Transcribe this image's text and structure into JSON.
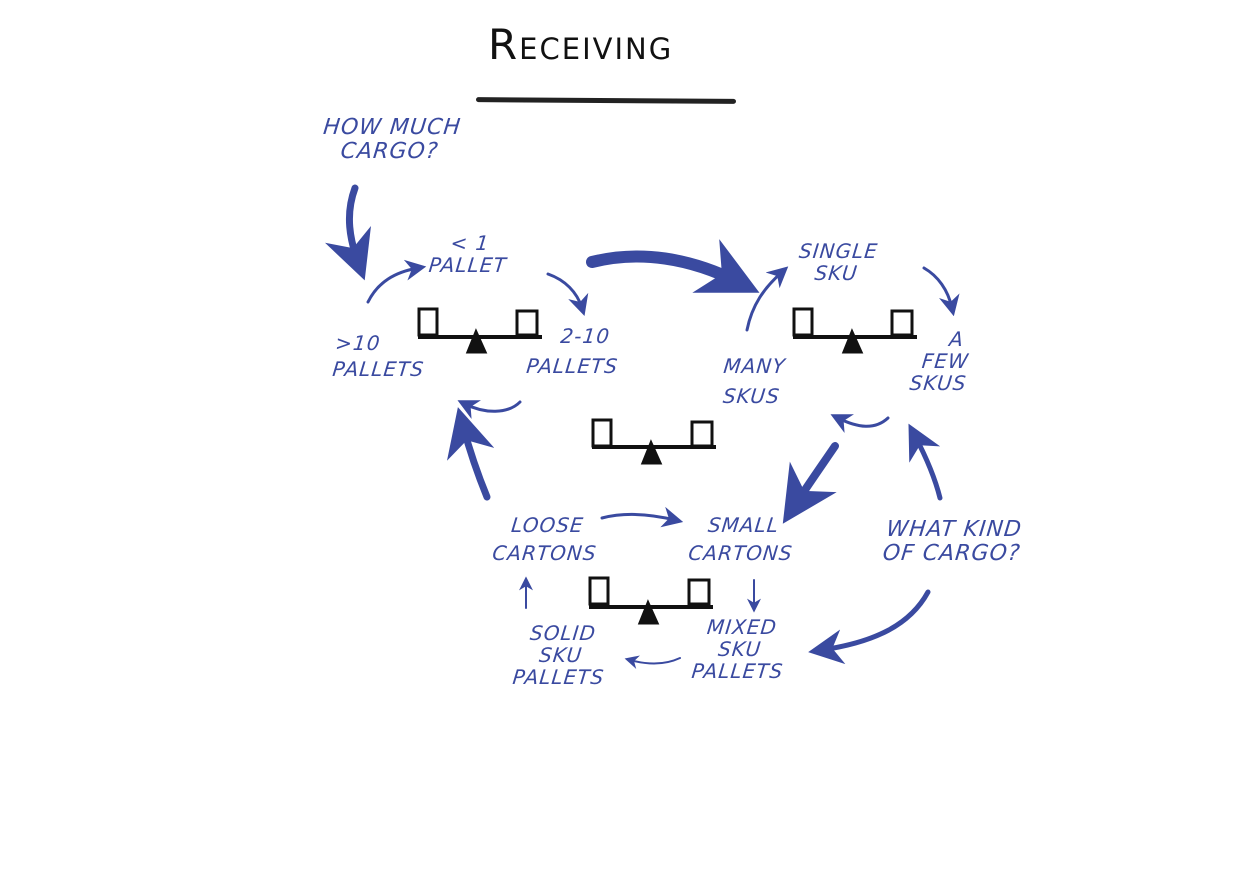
{
  "title": "Receiving",
  "colors": {
    "ink_blue": "#3a4aa0",
    "ink_black": "#111111",
    "background": "#ffffff"
  },
  "questions": {
    "how_much_line1": "HOW MUCH",
    "how_much_line2": "CARGO?",
    "what_kind_line1": "WHAT KIND",
    "what_kind_line2": "OF CARGO?"
  },
  "quantity_cycle": {
    "less_than_one_line1": "< 1",
    "less_than_one_line2": "PALLET",
    "two_to_ten_line1": "2-10",
    "two_to_ten_line2": "PALLETS",
    "more_than_ten_line1": ">10",
    "more_than_ten_line2": "PALLETS"
  },
  "sku_cycle": {
    "single_line1": "SINGLE",
    "single_line2": "SKU",
    "few_line1": "A",
    "few_line2": "FEW",
    "few_line3": "SKUS",
    "many_line1": "MANY",
    "many_line2": "SKUS"
  },
  "cargo_cycle": {
    "loose_line1": "LOOSE",
    "loose_line2": "CARTONS",
    "small_line1": "SMALL",
    "small_line2": "CARTONS",
    "mixed_line1": "MIXED",
    "mixed_line2": "SKU",
    "mixed_line3": "PALLETS",
    "solid_line1": "SOLID",
    "solid_line2": "SKU",
    "solid_line3": "PALLETS"
  },
  "icons": [
    "balance-scale-icon",
    "arrow-icon"
  ]
}
